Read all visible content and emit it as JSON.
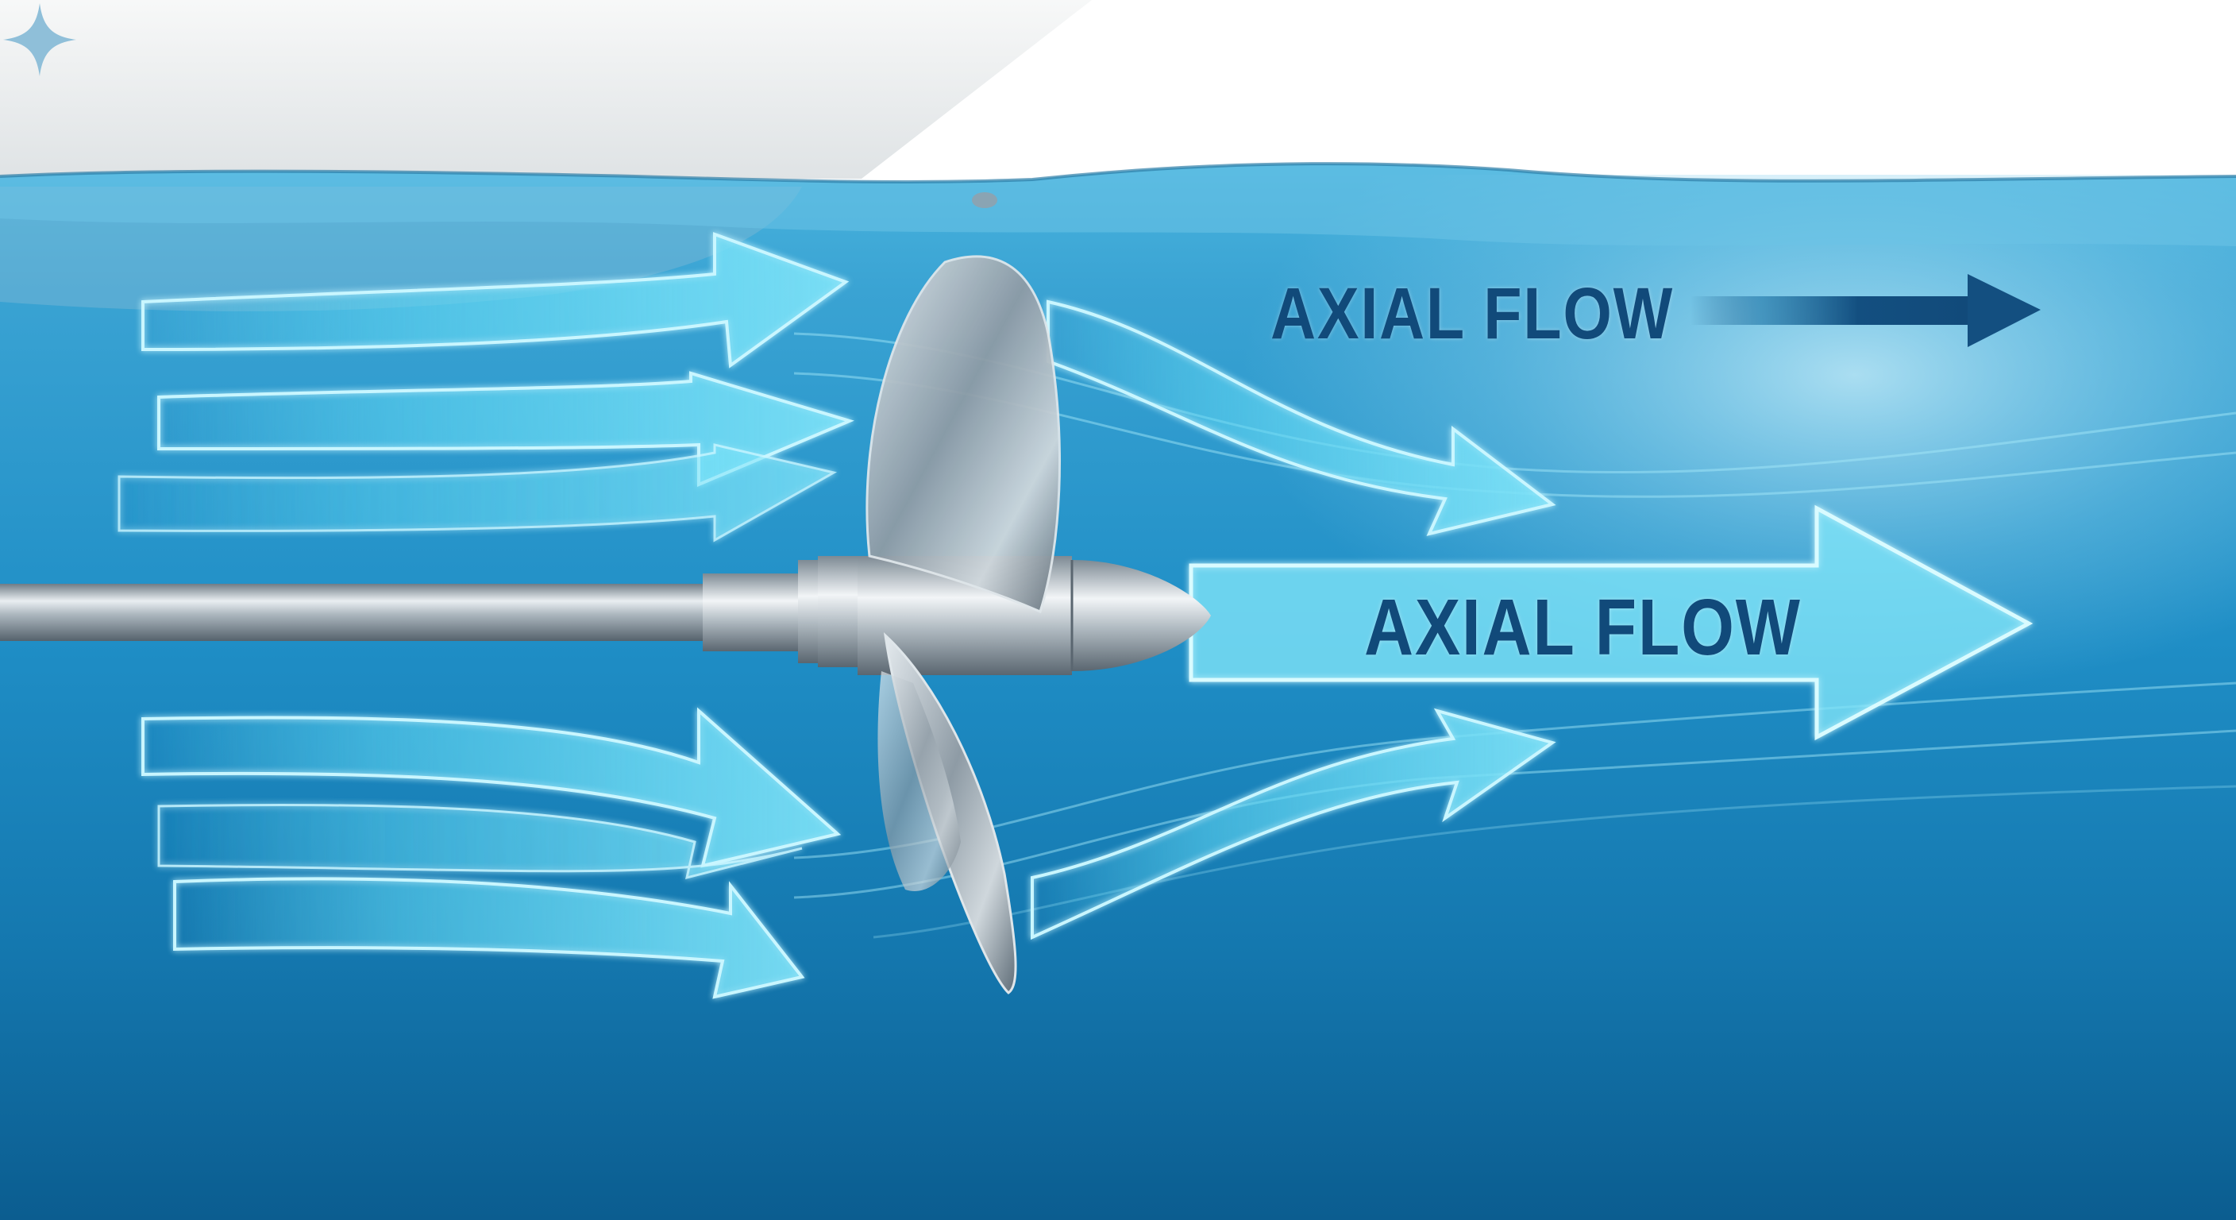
{
  "diagram": {
    "subject": "marine propeller in water with flow arrows",
    "labels": {
      "upper": "AXIAL FLOW",
      "main_arrow": "AXIAL FLOW"
    },
    "colors": {
      "label_text": "#114a7a",
      "dark_arrow": "#134f80",
      "flow_arrow_fill": "#5fd6f2",
      "flow_arrow_outline": "#c9f6ff",
      "water_top": "#3aa6d4",
      "water_mid": "#1583bd",
      "water_bottom": "#0b5f92",
      "hull": "#eef0f1",
      "sky": "#ffffff",
      "metal": "#b9c2c9",
      "watermark": "#8fbfd9"
    },
    "elements": {
      "hull": "white boat hull above waterline, top-left",
      "waterline": "wavy water surface near y=225",
      "shaft": "horizontal propeller shaft from left edge",
      "propeller": "three-blade stainless steel propeller with bullet hub",
      "inflow_arrows": 6,
      "outflow_arrows": 2,
      "main_axial_arrow": "large translucent arrow containing label",
      "upper_axial_arrow": "dark solid arrow with gradient tail"
    },
    "watermark": {
      "icon": "sparkle-icon"
    }
  }
}
